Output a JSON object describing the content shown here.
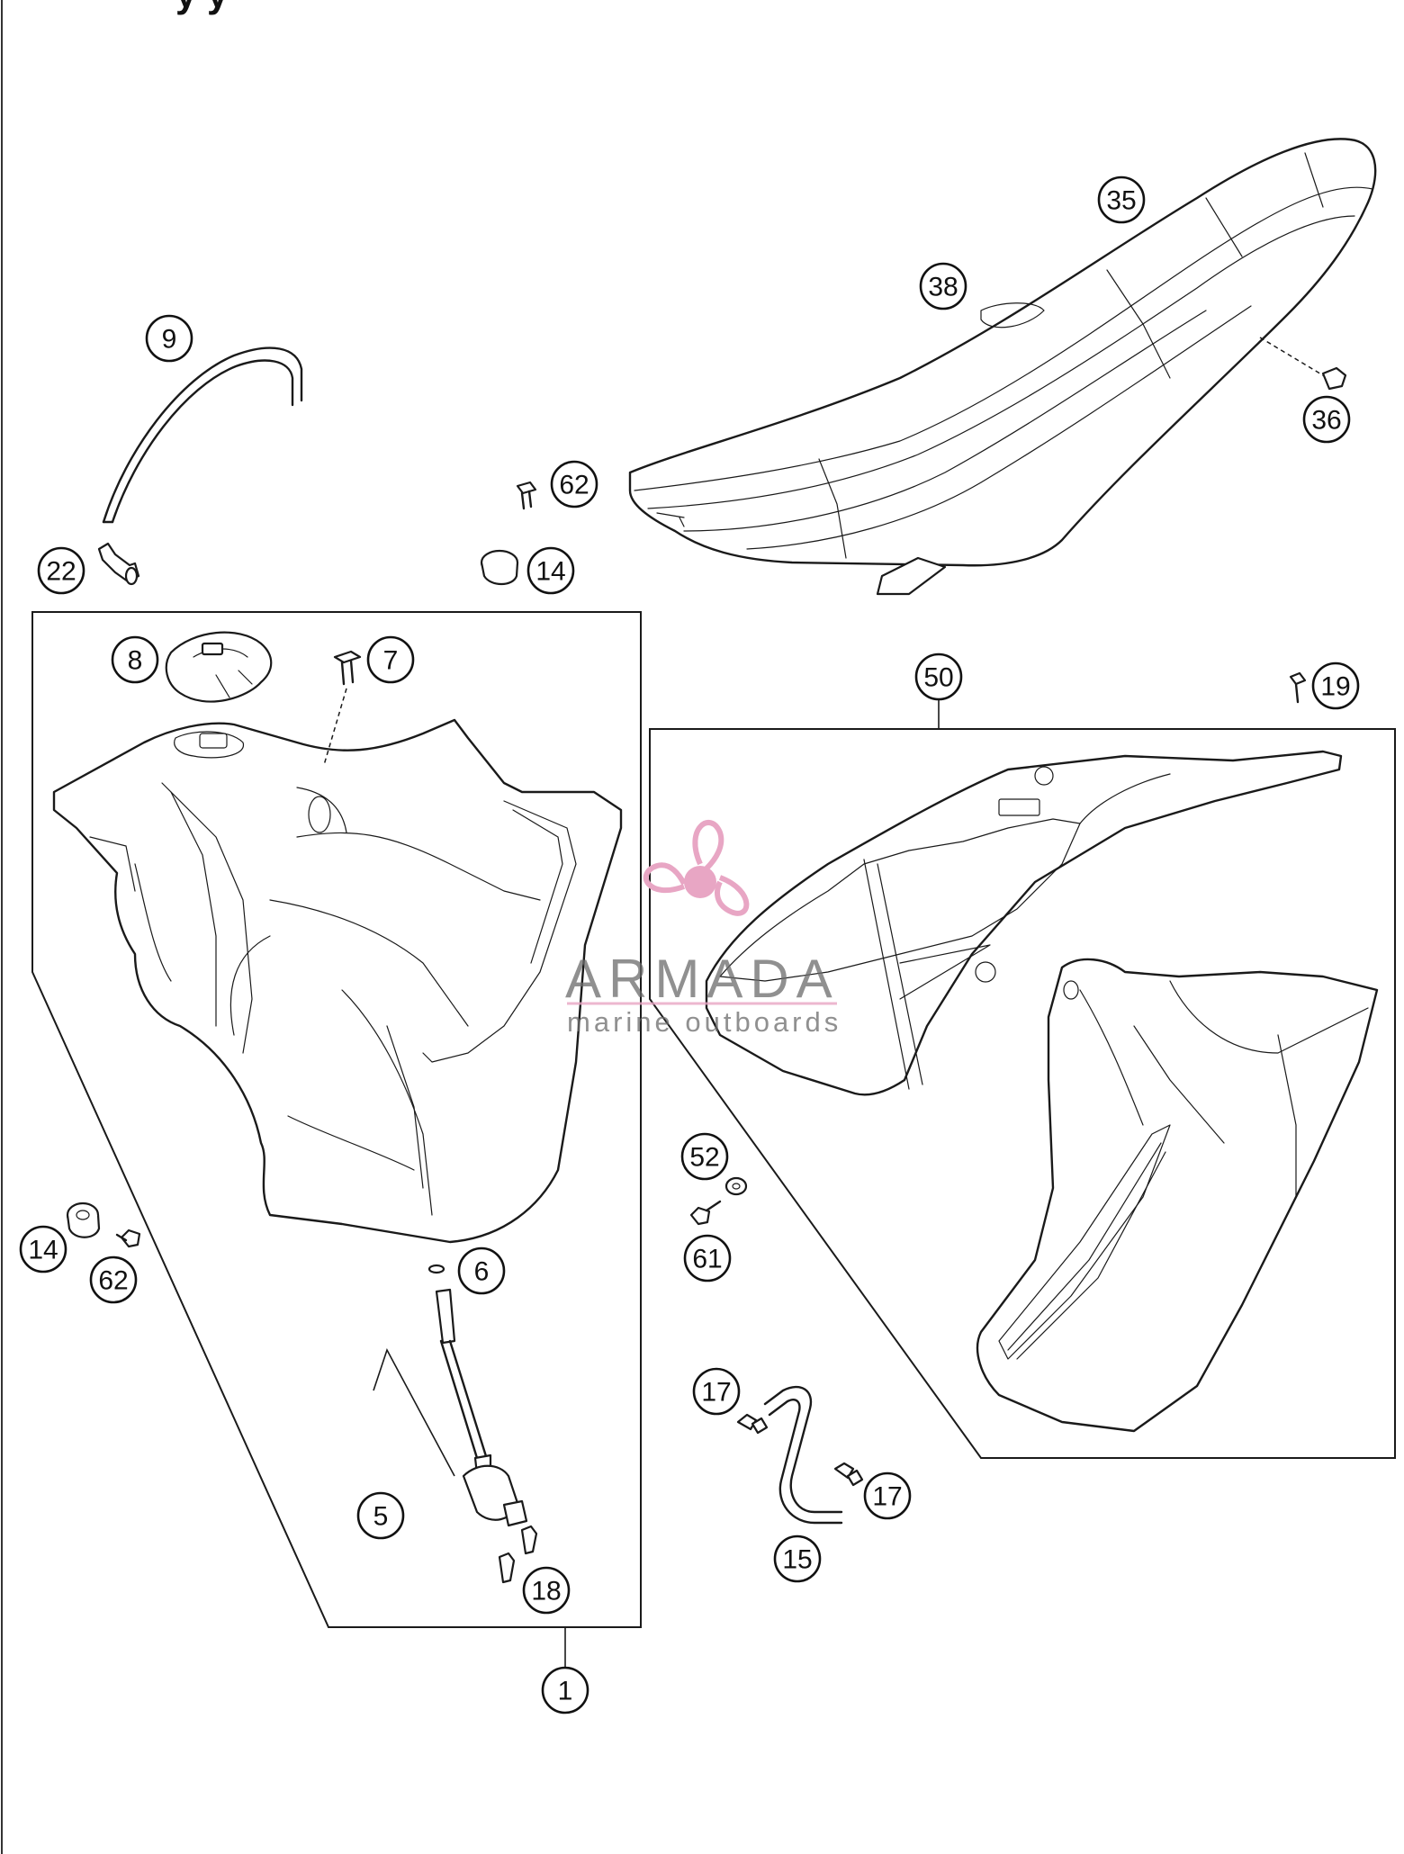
{
  "header_fragment": "y    y",
  "callouts": [
    {
      "id": "c35",
      "label": "35"
    },
    {
      "id": "c38",
      "label": "38"
    },
    {
      "id": "c36",
      "label": "36"
    },
    {
      "id": "c9",
      "label": "9"
    },
    {
      "id": "c62a",
      "label": "62"
    },
    {
      "id": "c22",
      "label": "22"
    },
    {
      "id": "c14a",
      "label": "14"
    },
    {
      "id": "c8",
      "label": "8"
    },
    {
      "id": "c7",
      "label": "7"
    },
    {
      "id": "c50",
      "label": "50"
    },
    {
      "id": "c19",
      "label": "19"
    },
    {
      "id": "c52",
      "label": "52"
    },
    {
      "id": "c61",
      "label": "61"
    },
    {
      "id": "c14b",
      "label": "14"
    },
    {
      "id": "c62b",
      "label": "62"
    },
    {
      "id": "c6",
      "label": "6"
    },
    {
      "id": "c17a",
      "label": "17"
    },
    {
      "id": "c17b",
      "label": "17"
    },
    {
      "id": "c15",
      "label": "15"
    },
    {
      "id": "c5",
      "label": "5"
    },
    {
      "id": "c18",
      "label": "18"
    },
    {
      "id": "c1",
      "label": "1"
    }
  ],
  "watermark": {
    "name": "ARMADA",
    "tagline": "marine outboards",
    "logo_icon": "propeller-icon",
    "logo_color": "#e8a6c4"
  }
}
